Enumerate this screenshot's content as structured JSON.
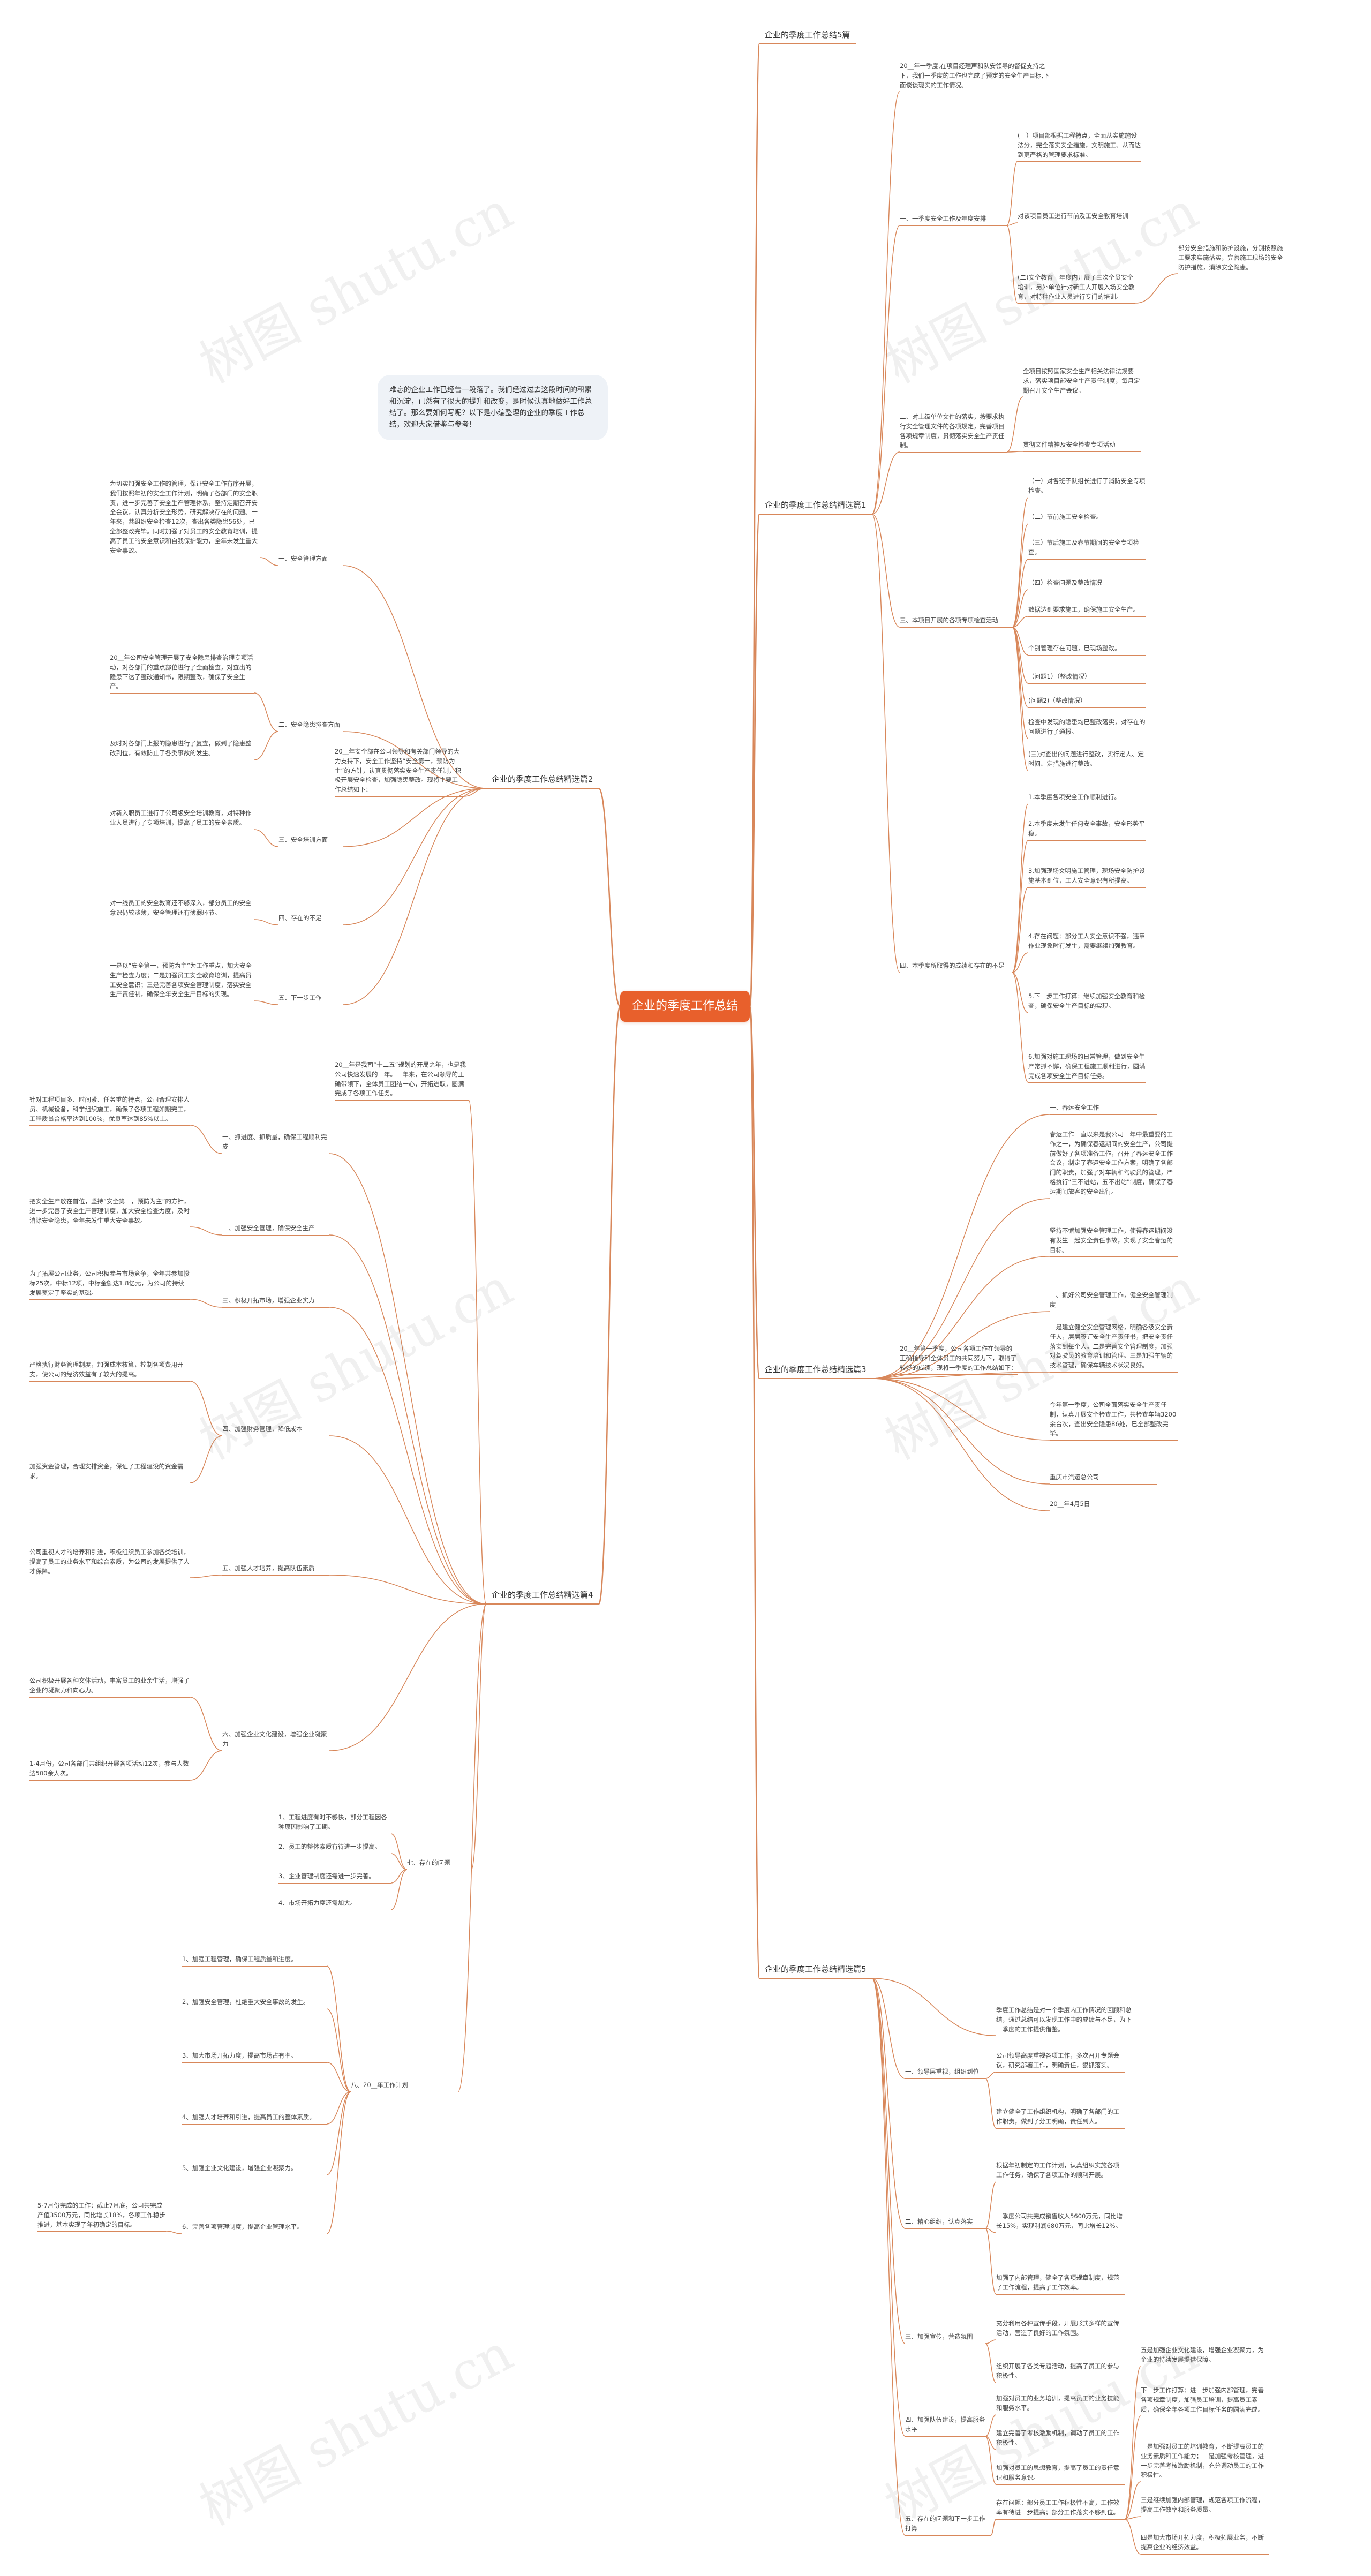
{
  "center": "企业的季度工作总结",
  "intro": "难忘的企业工作已经告一段落了。我们经过过去这段时间的积累和沉淀，已然有了很大的提升和改变，是时候认真地做好工作总结了。那么要如何写呢？以下是小编整理的企业的季度工作总结，欢迎大家借鉴与参考!",
  "watermark": "树图 shutu.cn",
  "branches": {
    "b5": "企业的季度工作总结5篇",
    "b1": "企业的季度工作总结精选篇1",
    "b2": "企业的季度工作总结精选篇2",
    "b3": "企业的季度工作总结精选篇3",
    "b4": "企业的季度工作总结精选篇4",
    "b5b": "企业的季度工作总结精选篇5"
  },
  "p1": {
    "intro": "20__年一季度,在项目经理声和队安领导的督促支持之下，我们一季度的工作也完成了预定的安全生产目标,下面谈谈现实的工作情况。",
    "s1": "一、一季度安全工作及年度安排",
    "s1a": "(一）项目部根据工程特点，全面从实施施设法分，完全落实安全措施，文明施工、从而达到更严格的管理要求标准。",
    "s1a2": "对该项目员工进行节前及工安全教育培训",
    "s1b": "部分安全措施和防护设施，分别按照施工要求实施落实，完善施工现场的安全防护措施，消除安全隐患。",
    "s1c": "(二)安全教育一年度内开展了三次全员安全培训，另外单位针对新工人开展入场安全教育，对特种作业人员进行专门的培训。",
    "s2": "二、对上级单位文件的落实，按要求执行安全管理文件的各项规定，完善项目各项规章制度，贯彻落实安全生产责任制。",
    "s2a": "全项目按照国家安全生产相关法律法规要求，落实项目部安全生产责任制度，每月定期召开安全生产会议。",
    "s2b": "贯彻文件精神及安全检查专项活动",
    "s3": "三、本项目开展的各项专项检查活动",
    "s3a": "（一）对各班子队组长进行了消防安全专项检查。",
    "s3b": "（二）节前施工安全检查。",
    "s3c": "（三）节后施工及春节期间的安全专项检查。",
    "s3d": "（四）检查问题及整改情况",
    "s3e": "数据达到要求施工，确保施工安全生产。",
    "s3f": "个别管理存在问题，已现场整改。",
    "s3g": "（问题1）（整改情况）",
    "s3h": "(问题2)（整改情况）",
    "s3i": "检查中发现的隐患均已整改落实，对存在的问题进行了通报。",
    "s3j": "(三)对查出的问题进行整改，实行定人、定时间、定措施进行整改。",
    "s4": "四、本季度所取得的成绩和存在的不足",
    "s4a": "1.本季度各项安全工作顺利进行。",
    "s4b": "2.本季度未发生任何安全事故，安全形势平稳。",
    "s4c": "3.加强现场文明施工管理，现场安全防护设施基本到位，工人安全意识有所提高。",
    "s4d": "4.存在问题：部分工人安全意识不强，违章作业现象时有发生，需要继续加强教育。",
    "s4e": "5.下一步工作打算：继续加强安全教育和检查，确保安全生产目标的实现。",
    "s4f": "6.加强对施工现场的日常管理，做到安全生产常抓不懈，确保工程施工顺利进行，圆满完成各项安全生产目标任务。"
  },
  "p2": {
    "intro": "20__年安全部在公司领导和有关部门领导的大力支持下，安全工作坚持“安全第一，预防为主”的方针，认真贯彻落实安全生产责任制，积极开展安全检查，加强隐患整改。现将主要工作总结如下：",
    "s1": "一、安全管理方面",
    "s1a": "为切实加强安全工作的管理，保证安全工作有序开展，我们按照年初的安全工作计划，明确了各部门的安全职责，进一步完善了安全生产管理体系，坚持定期召开安全会议，认真分析安全形势，研究解决存在的问题。一年来，共组织安全检查12次，查出各类隐患56处，已全部整改完毕。同时加强了对员工的安全教育培训，提高了员工的安全意识和自我保护能力，全年未发生重大安全事故。",
    "s2": "二、安全隐患排查方面",
    "s2a": "20__年公司安全管理开展了安全隐患排查治理专项活动，对各部门的重点部位进行了全面检查，对查出的隐患下达了整改通知书，限期整改，确保了安全生产。",
    "s2b": "及时对各部门上报的隐患进行了复查，做到了隐患整改到位，有效防止了各类事故的发生。",
    "s3": "三、安全培训方面",
    "s3a": "对新入职员工进行了公司级安全培训教育，对特种作业人员进行了专项培训，提高了员工的安全素质。",
    "s4": "四、存在的不足",
    "s4a": "对一线员工的安全教育还不够深入，部分员工的安全意识仍较淡薄，安全管理还有薄弱环节。",
    "s5": "五、下一步工作",
    "s5a": "一是以“安全第一，预防为主”为工作重点，加大安全生产检查力度；二是加强员工安全教育培训，提高员工安全意识；三是完善各项安全管理制度，落实安全生产责任制，确保全年安全生产目标的实现。"
  },
  "p3": {
    "intro": "20__年第一季度，公司各项工作在领导的正确指导和全体员工的共同努力下，取得了较好的成绩，现将一季度的工作总结如下：",
    "s1": "一、春运安全工作",
    "s1a": "春运工作一直以来是我公司一年中最重要的工作之一，为确保春运期间的安全生产，公司提前做好了各项准备工作，召开了春运安全工作会议，制定了春运安全工作方案，明确了各部门的职责，加强了对车辆和驾驶员的管理，严格执行“三不进站，五不出站”制度，确保了春运期间旅客的安全出行。",
    "s1b": "坚持不懈加强安全管理工作，使得春运期间没有发生一起安全责任事故，实现了安全春运的目标。",
    "s2": "二、抓好公司安全管理工作，健全安全管理制度",
    "s2a": "一是建立健全安全管理网络，明确各级安全责任人，层层签订安全生产责任书，把安全责任落实到每个人。二是完善安全管理制度，加强对驾驶员的教育培训和管理。三是加强车辆的技术管理，确保车辆技术状况良好。",
    "s2b": "今年第一季度，公司全面落实安全生产责任制，认真开展安全检查工作，共检查车辆3200余台次，查出安全隐患86处，已全部整改完毕。",
    "s2c": "重庆市汽运总公司",
    "s2d": "20__年4月5日"
  },
  "p4": {
    "intro": "20__年是我司“十二五”规划的开局之年，也是我公司快速发展的一年。一年来，在公司领导的正确带领下，全体员工团结一心，开拓进取，圆满完成了各项工作任务。",
    "s1": "一、抓进度、抓质量，确保工程顺利完成",
    "s1a": "针对工程项目多、时间紧、任务重的特点，公司合理安排人员、机械设备，科学组织施工，确保了各项工程如期完工，工程质量合格率达到100%，优良率达到85%以上。",
    "s2": "二、加强安全管理，确保安全生产",
    "s2a": "把安全生产放在首位，坚持“安全第一，预防为主”的方针，进一步完善了安全生产管理制度，加大安全检查力度，及时消除安全隐患，全年未发生重大安全事故。",
    "s3": "三、积极开拓市场，增强企业实力",
    "s3a": "为了拓展公司业务，公司积极参与市场竞争，全年共参加投标25次，中标12项，中标金额达1.8亿元，为公司的持续发展奠定了坚实的基础。",
    "s4": "四、加强财务管理，降低成本",
    "s4a": "严格执行财务管理制度，加强成本核算，控制各项费用开支，使公司的经济效益有了较大的提高。",
    "s4b": "加强资金管理，合理安排资金，保证了工程建设的资金需求。",
    "s5": "五、加强人才培养，提高队伍素质",
    "s5a": "公司重视人才的培养和引进，积极组织员工参加各类培训，提高了员工的业务水平和综合素质，为公司的发展提供了人才保障。",
    "s6": "六、加强企业文化建设，增强企业凝聚力",
    "s6a": "公司积极开展各种文体活动，丰富员工的业余生活，增强了企业的凝聚力和向心力。",
    "s6b": "1-4月份，公司各部门共组织开展各项活动12次，参与人数达500余人次。",
    "s7": "七、存在的问题",
    "s7a": "1、工程进度有时不够快，部分工程因各种原因影响了工期。",
    "s7b": "2、员工的整体素质有待进一步提高。",
    "s7c": "3、企业管理制度还需进一步完善。",
    "s7d": "4、市场开拓力度还需加大。",
    "s8": "八、20__年工作计划",
    "s8a": "1、加强工程管理，确保工程质量和进度。",
    "s8b": "2、加强安全管理，杜绝重大安全事故的发生。",
    "s8c": "3、加大市场开拓力度，提高市场占有率。",
    "s8d": "4、加强人才培养和引进，提高员工的整体素质。",
    "s8e": "5、加强企业文化建设，增强企业凝聚力。",
    "s8f": "6、完善各项管理制度，提高企业管理水平。",
    "s8g": "5-7月份完成的工作：截止7月底，公司共完成产值3500万元，同比增长18%，各项工作稳步推进，基本实现了年初确定的目标。"
  },
  "p5": {
    "intro": "季度工作总结是对一个季度内工作情况的回顾和总结，通过总结可以发现工作中的成绩与不足，为下一季度的工作提供借鉴。",
    "s1": "一、领导层重视，组织到位",
    "s1a": "公司领导高度重视各项工作，多次召开专题会议，研究部署工作，明确责任，狠抓落实。",
    "s1b": "建立健全了工作组织机构，明确了各部门的工作职责，做到了分工明确，责任到人。",
    "s2": "二、精心组织，认真落实",
    "s2a": "根据年初制定的工作计划，认真组织实施各项工作任务，确保了各项工作的顺利开展。",
    "s2b": "一季度公司共完成销售收入5600万元，同比增长15%，实现利润680万元，同比增长12%。",
    "s2c": "加强了内部管理，健全了各项规章制度，规范了工作流程，提高了工作效率。",
    "s3": "三、加强宣传，营造氛围",
    "s3a": "充分利用各种宣传手段，开展形式多样的宣传活动，营造了良好的工作氛围。",
    "s3b": "组织开展了各类专题活动，提高了员工的参与积极性。",
    "s4": "四、加强队伍建设，提高服务水平",
    "s4a": "加强对员工的业务培训，提高员工的业务技能和服务水平。",
    "s4b": "建立完善了考核激励机制，调动了员工的工作积极性。",
    "s4c": "加强对员工的思想教育，提高了员工的责任意识和服务意识。",
    "s5": "五、存在的问题和下一步工作打算",
    "s5a": "存在问题：部分员工工作积极性不高，工作效率有待进一步提高；部分工作落实不够到位。",
    "s5b": "下一步工作打算：进一步加强内部管理，完善各项规章制度，加强员工培训，提高员工素质，确保全年各项工作目标任务的圆满完成。",
    "s5c": "一是加强对员工的培训教育，不断提高员工的业务素质和工作能力；二是加强考核管理，进一步完善考核激励机制，充分调动员工的工作积极性。",
    "s5d": "三是继续加强内部管理，规范各项工作流程，提高工作效率和服务质量。",
    "s5e": "四是加大市场开拓力度，积极拓展业务，不断提高企业的经济效益。",
    "s5f": "五是加强企业文化建设，增强企业凝聚力，为企业的持续发展提供保障。"
  }
}
